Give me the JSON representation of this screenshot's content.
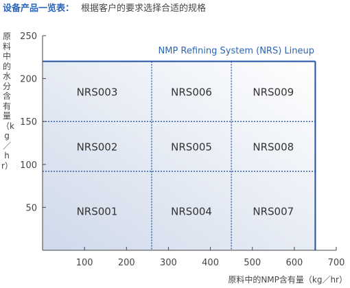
{
  "header": {
    "label": "设备产品一览表：",
    "subtitle": "根据客户的要求选择合适的规格"
  },
  "chart_data": {
    "type": "table",
    "title": "NMP Refining System (NRS) Lineup",
    "xlabel": "原料中的NMP含有量（kg／hr）",
    "ylabel": "原料中的水分含有量（kg／hr）",
    "xlim": [
      0,
      700
    ],
    "ylim": [
      0,
      250
    ],
    "x_ticks": [
      100,
      200,
      300,
      400,
      500,
      600,
      700
    ],
    "y_ticks": [
      50,
      100,
      150,
      200,
      250
    ],
    "x_bounds": [
      0,
      260,
      450,
      650
    ],
    "y_bounds": [
      0,
      92,
      150,
      220
    ],
    "cells": [
      {
        "label": "NRS001",
        "col": 0,
        "row": 0
      },
      {
        "label": "NRS002",
        "col": 0,
        "row": 1
      },
      {
        "label": "NRS003",
        "col": 0,
        "row": 2
      },
      {
        "label": "NRS004",
        "col": 1,
        "row": 0
      },
      {
        "label": "NRS005",
        "col": 1,
        "row": 1
      },
      {
        "label": "NRS006",
        "col": 1,
        "row": 2
      },
      {
        "label": "NRS007",
        "col": 2,
        "row": 0
      },
      {
        "label": "NRS008",
        "col": 2,
        "row": 1
      },
      {
        "label": "NRS009",
        "col": 2,
        "row": 2
      }
    ],
    "grid": false,
    "colors": {
      "frame": "#1f4fa3",
      "accent_text": "#2a64b8",
      "fill_start": "#cfd9ea",
      "fill_end": "#ffffff",
      "axis": "#444444"
    }
  }
}
